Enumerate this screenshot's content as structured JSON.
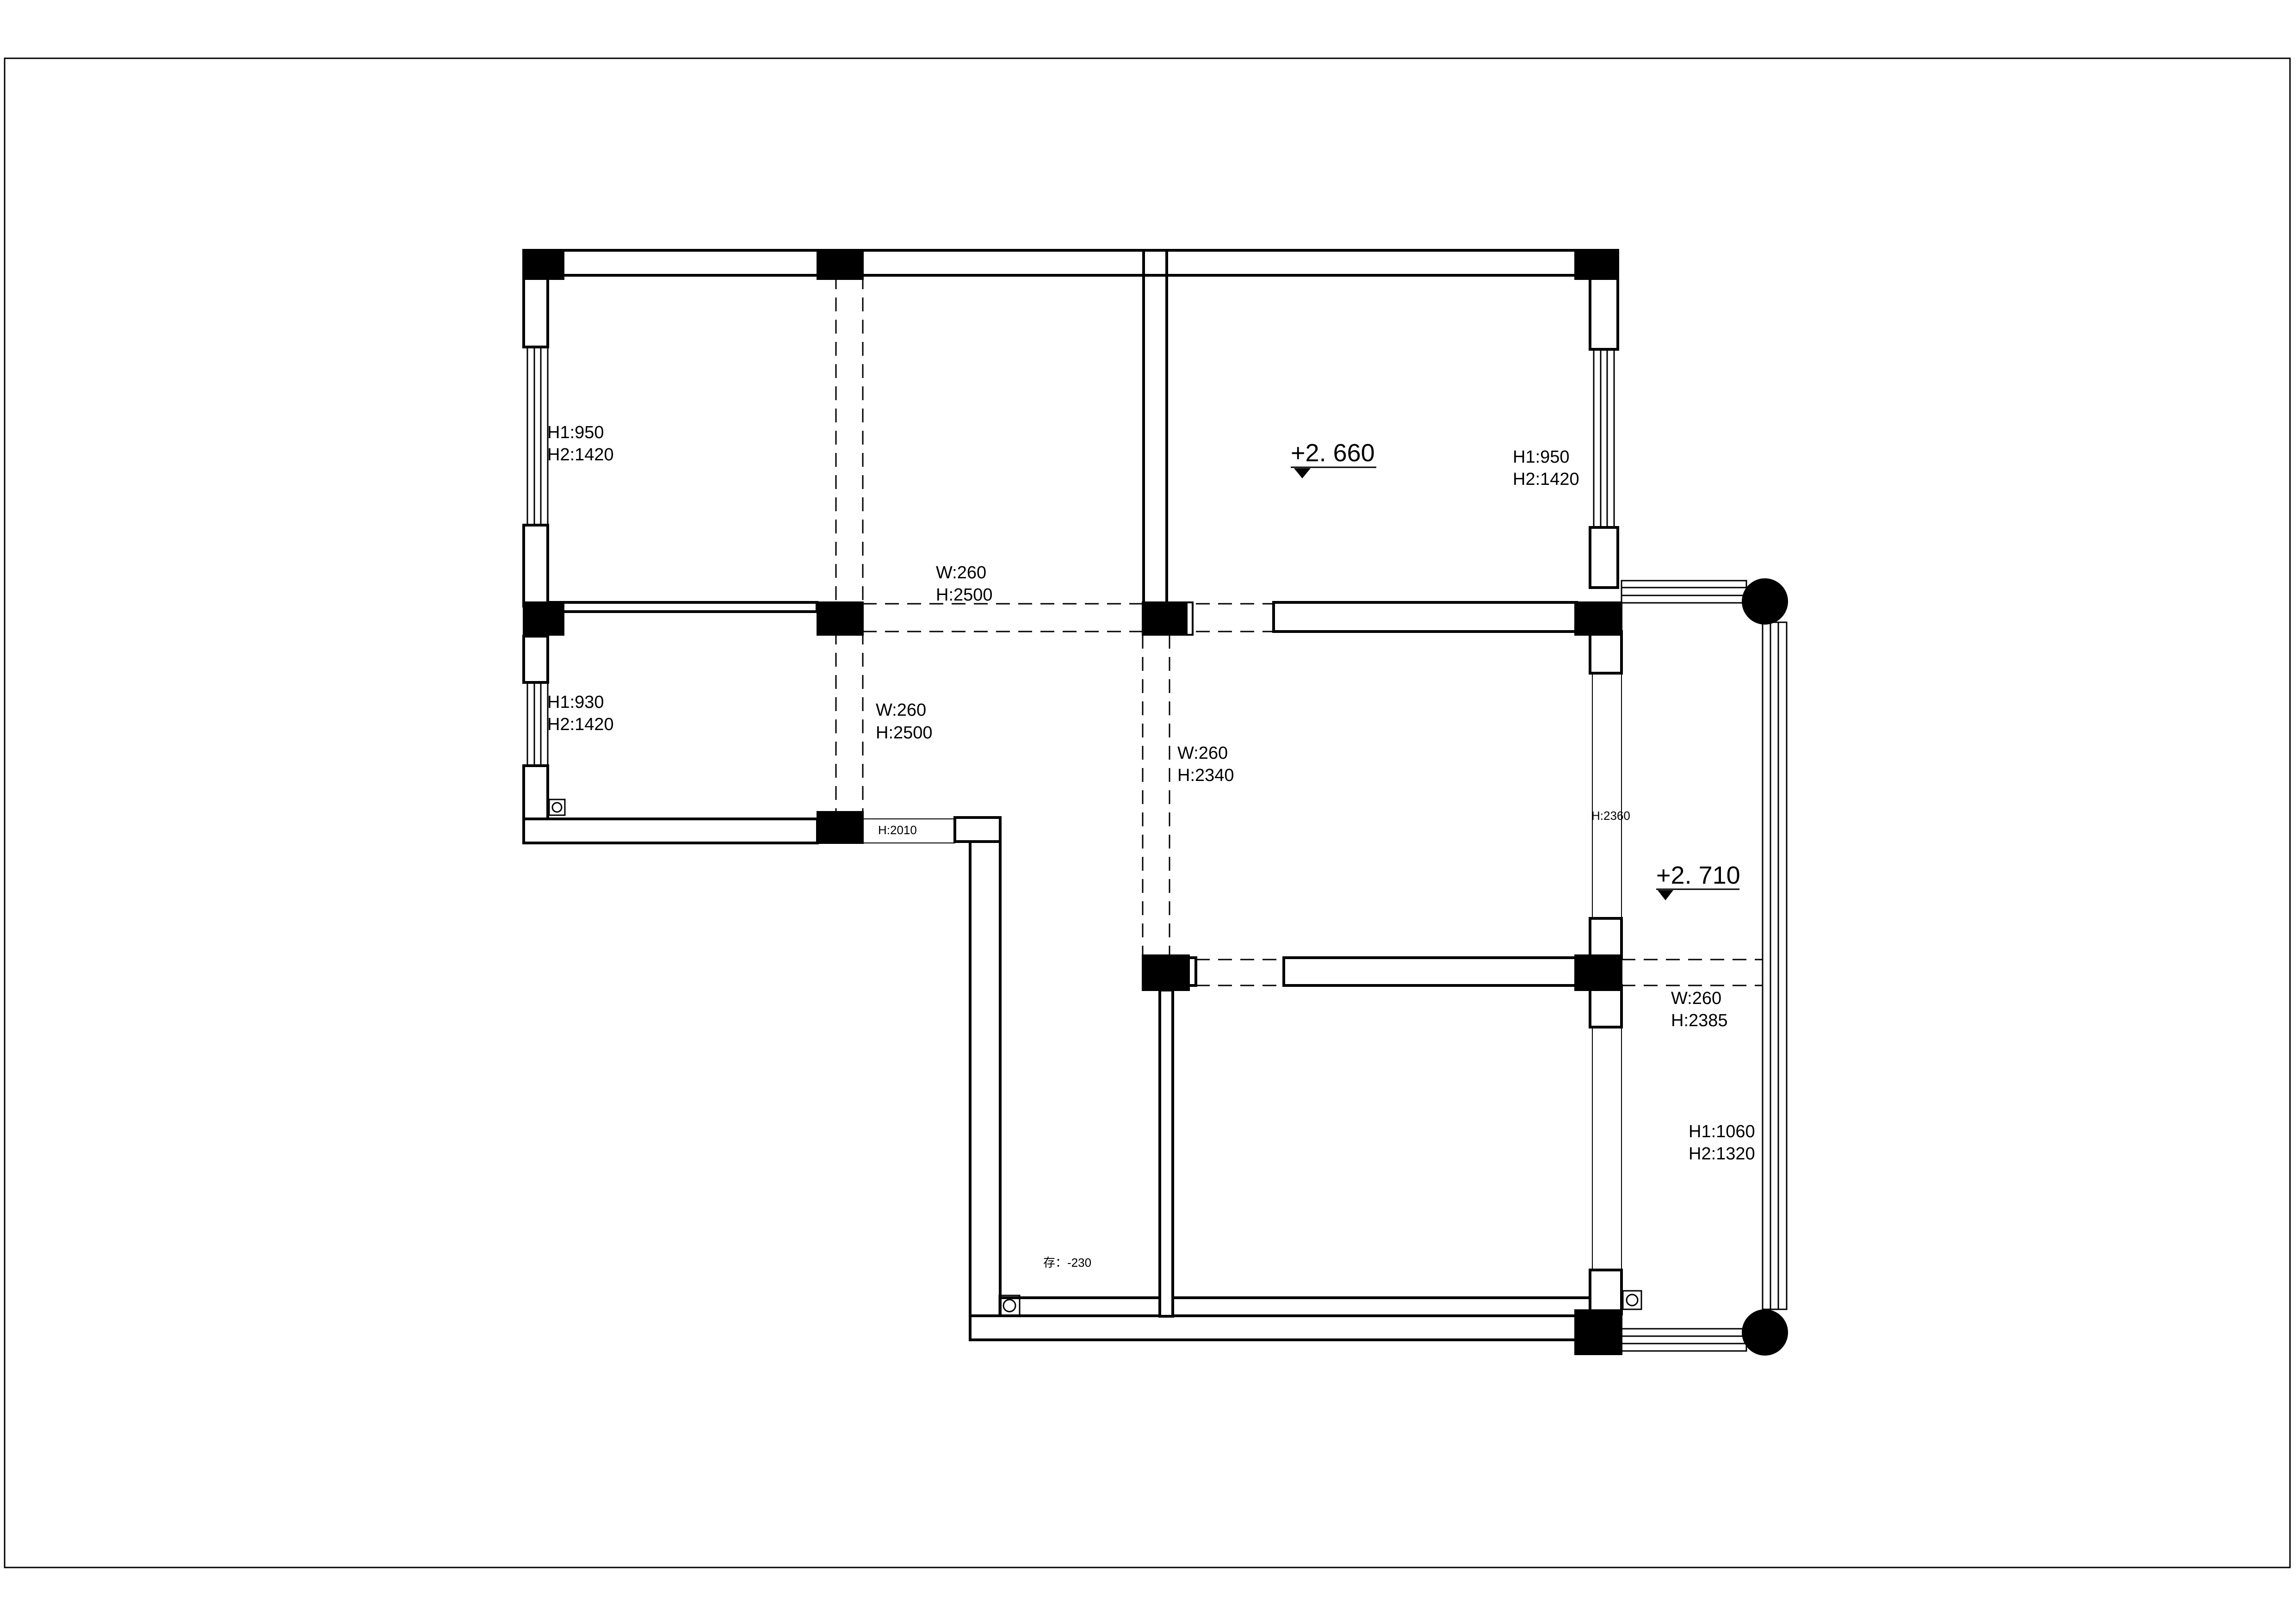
{
  "plan": {
    "levels": {
      "upper_right_room": "+2. 660",
      "balcony": "+2. 710"
    },
    "window_heights": {
      "left_upper_h1": "H1:950",
      "left_upper_h2": "H2:1420",
      "left_lower_h1": "H1:930",
      "left_lower_h2": "H2:1420",
      "right_upper_h1": "H1:950",
      "right_upper_h2": "H2:1420",
      "balcony_h1": "H1:1060",
      "balcony_h2": "H2:1320"
    },
    "beams": {
      "top_horizontal_w": "W:260",
      "top_horizontal_h": "H:2500",
      "left_vertical_w": "W:260",
      "left_vertical_h": "H:2500",
      "center_vertical_w": "W:260",
      "center_vertical_h": "H:2340",
      "lower_right_w": "W:260",
      "lower_right_h": "H:2385"
    },
    "openings": {
      "corridor_door_h": "H:2010",
      "balcony_opening_h": "H:2360"
    },
    "notes": {
      "storage_level": "存：-230"
    }
  }
}
